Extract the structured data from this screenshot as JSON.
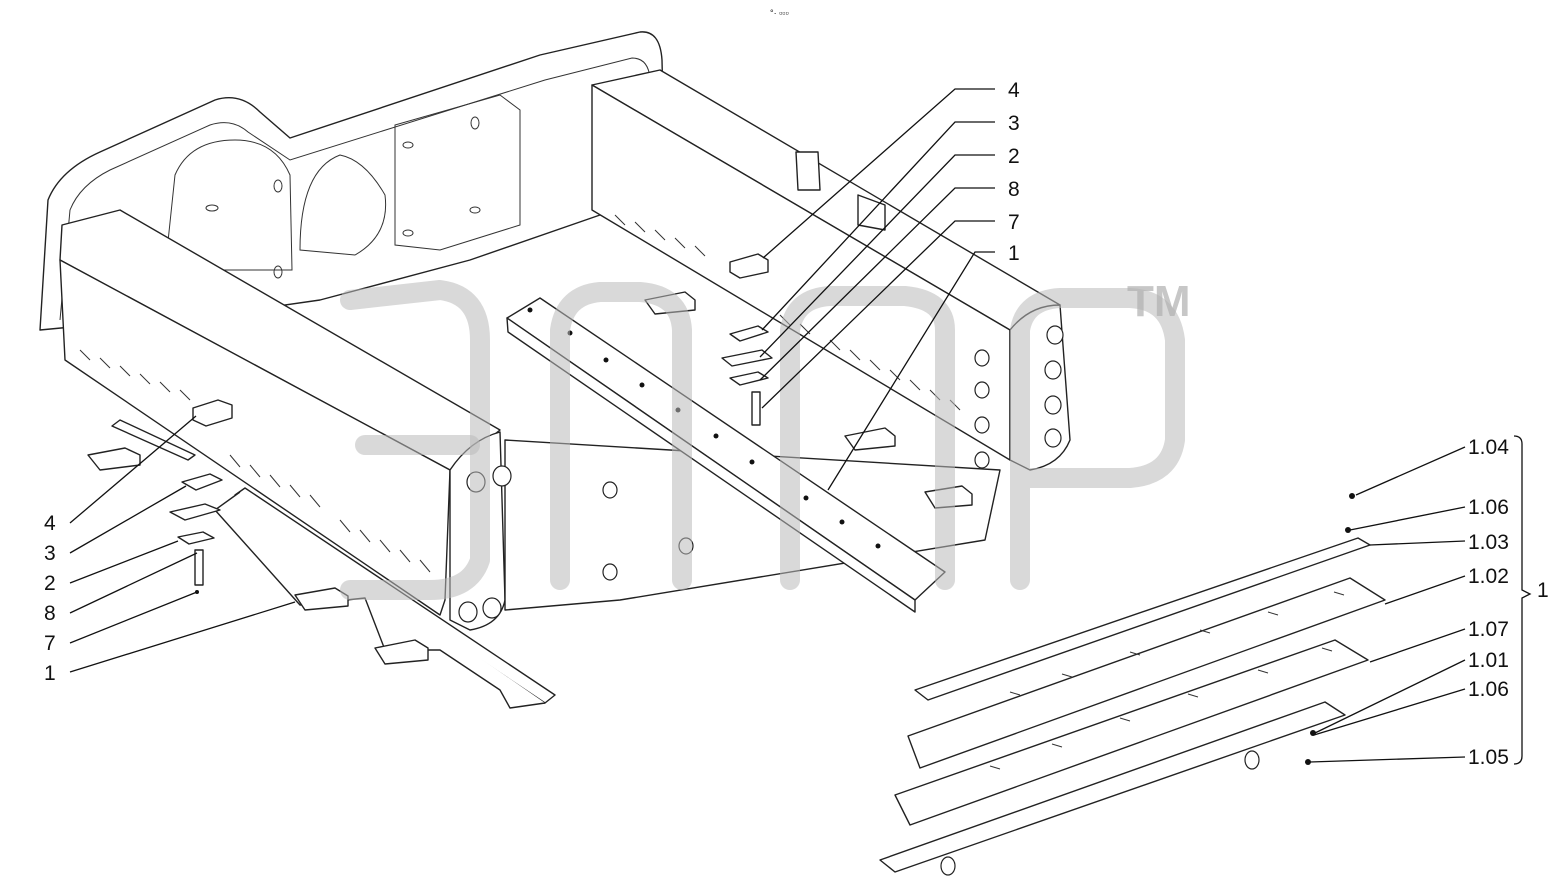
{
  "header_mark": "°· ▫▫▫",
  "watermark": {
    "tm": "TM"
  },
  "callouts_left": [
    "4",
    "3",
    "2",
    "8",
    "7",
    "1"
  ],
  "callouts_center": [
    "4",
    "3",
    "2",
    "8",
    "7",
    "1"
  ],
  "callouts_assembly": [
    "1.04",
    "1.06",
    "1.03",
    "1.02",
    "1.07",
    "1.01",
    "1.06",
    "1.05"
  ],
  "assembly_label": "1"
}
